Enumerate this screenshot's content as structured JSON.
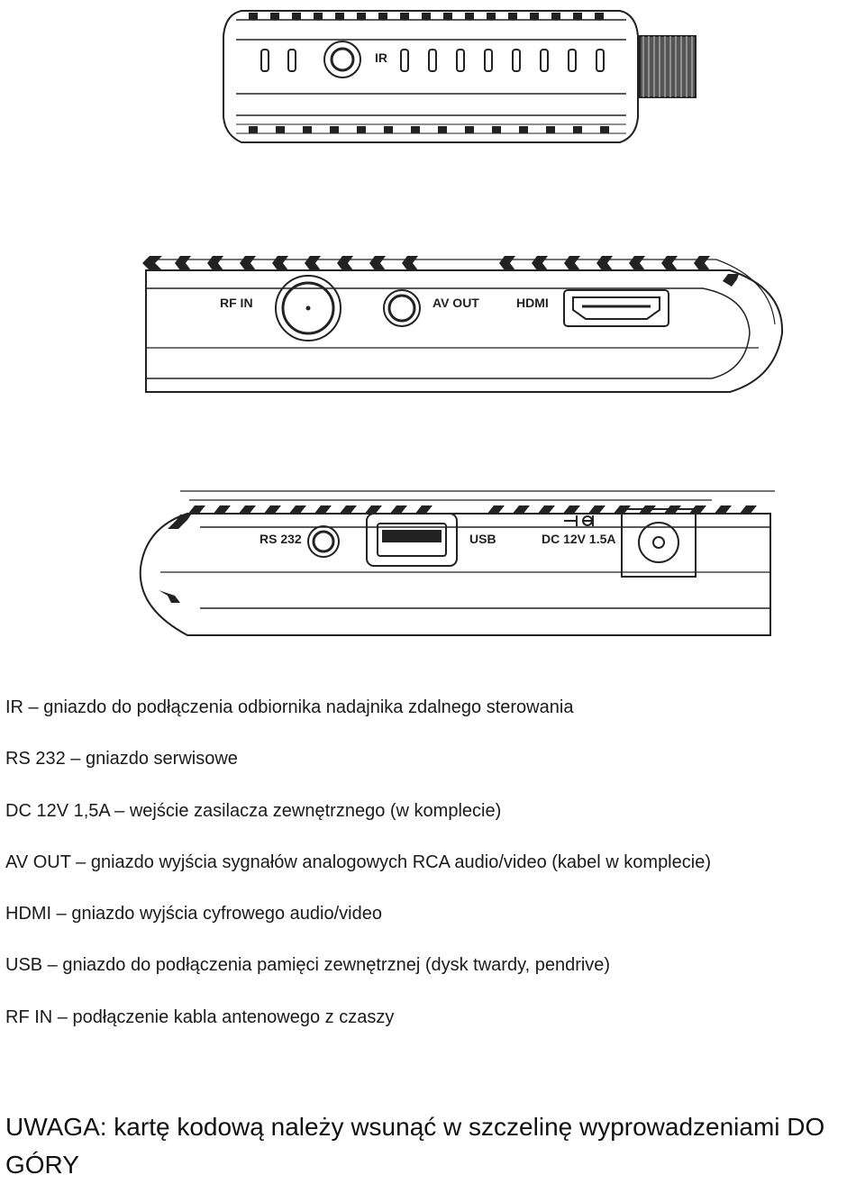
{
  "diagrams": {
    "top_view": {
      "ir_label": "IR"
    },
    "rear_panel": {
      "rf_in_label": "RF IN",
      "av_out_label": "AV OUT",
      "hdmi_label": "HDMI"
    },
    "side_panel": {
      "rs232_label": "RS 232",
      "usb_label": "USB",
      "dc_label": "DC 12V 1.5A"
    }
  },
  "legend": [
    "IR – gniazdo do podłączenia odbiornika nadajnika zdalnego sterowania",
    "RS 232 – gniazdo serwisowe",
    "DC 12V 1,5A – wejście zasilacza zewnętrznego (w komplecie)",
    "AV OUT – gniazdo wyjścia sygnałów analogowych RCA audio/video (kabel w komplecie)",
    "HDMI – gniazdo wyjścia cyfrowego audio/video",
    "USB – gniazdo do podłączenia pamięci zewnętrznej (dysk twardy, pendrive)",
    "RF IN – podłączenie kabla antenowego z czaszy"
  ],
  "note": "UWAGA: kartę kodową należy wsunąć w szczelinę wyprowadzeniami DO GÓRY"
}
